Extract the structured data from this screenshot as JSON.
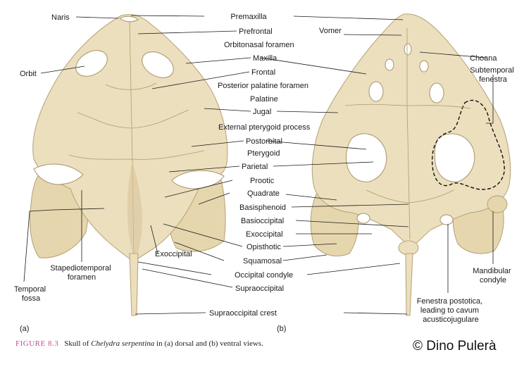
{
  "figure": {
    "number": "FIGURE 8.3",
    "caption_parts": [
      "Skull of ",
      "Chelydra serpentina",
      " in (a) dorsal and (b) ventral views."
    ],
    "credit": "© Dino Pulerà",
    "panel_a": "(a)",
    "panel_b": "(b)"
  },
  "labels": {
    "naris": "Naris",
    "orbit": "Orbit",
    "premaxilla": "Premaxilla",
    "prefrontal": "Prefrontal",
    "orbitonasal_foramen": "Orbitonasal foramen",
    "maxilla": "Maxilla",
    "frontal": "Frontal",
    "posterior_palatine_foramen": "Posterior palatine foramen",
    "palatine": "Palatine",
    "jugal": "Jugal",
    "external_pterygoid_process": "External pterygoid process",
    "postorbital": "Postorbital",
    "pterygoid": "Pterygoid",
    "parietal": "Parietal",
    "prootic": "Prootic",
    "quadrate": "Quadrate",
    "basisphenoid": "Basisphenoid",
    "basioccipital": "Basioccipital",
    "exoccipital_center": "Exoccipital",
    "exoccipital_left": "Exoccipital",
    "opisthotic": "Opisthotic",
    "squamosal": "Squamosal",
    "occipital_condyle": "Occipital condyle",
    "supraoccipital": "Supraoccipital",
    "supraoccipital_crest": "Supraoccipital crest",
    "vomer": "Vomer",
    "choana": "Choana",
    "subtemporal_fenestra": [
      "Subtemporal",
      "fenestra"
    ],
    "stapediotemporal_foramen": [
      "Stapediotemporal",
      "foramen"
    ],
    "temporal_fossa": [
      "Temporal",
      "fossa"
    ],
    "mandibular_condyle": [
      "Mandibular",
      "condyle"
    ],
    "fenestra_postotica": [
      "Fenestra postotica,",
      "leading to cavum",
      "acusticojugulare"
    ]
  }
}
